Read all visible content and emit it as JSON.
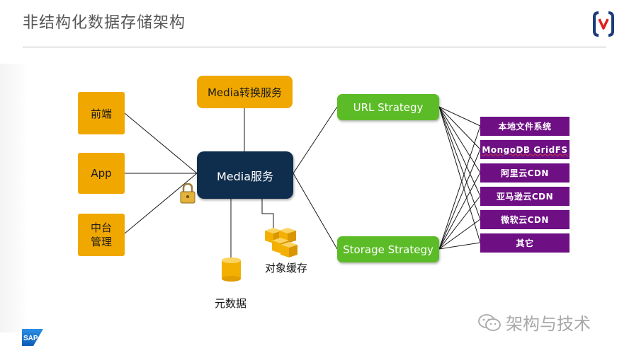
{
  "title": "非结构化数据存储架构",
  "clients": [
    "前端",
    "App",
    "中台\n管理"
  ],
  "conversion_service": "Media转换服务",
  "media_service": "Media服务",
  "strategies": {
    "url": "URL Strategy",
    "storage": "Storage Strategy"
  },
  "storage_targets": [
    "本地文件系统",
    "MongoDB GridFS",
    "阿里云CDN",
    "亚马逊云CDN",
    "微软云CDN",
    "其它"
  ],
  "object_cache_label": "对象缓存",
  "metadata_label": "元数据",
  "watermark": "架构与技术",
  "sap_logo_text": "SAP",
  "colors": {
    "client_boxes": "#f0a800",
    "media_service": "#0f2d4d",
    "strategy": "#5cbc27",
    "storage_target": "#6e0f84"
  }
}
